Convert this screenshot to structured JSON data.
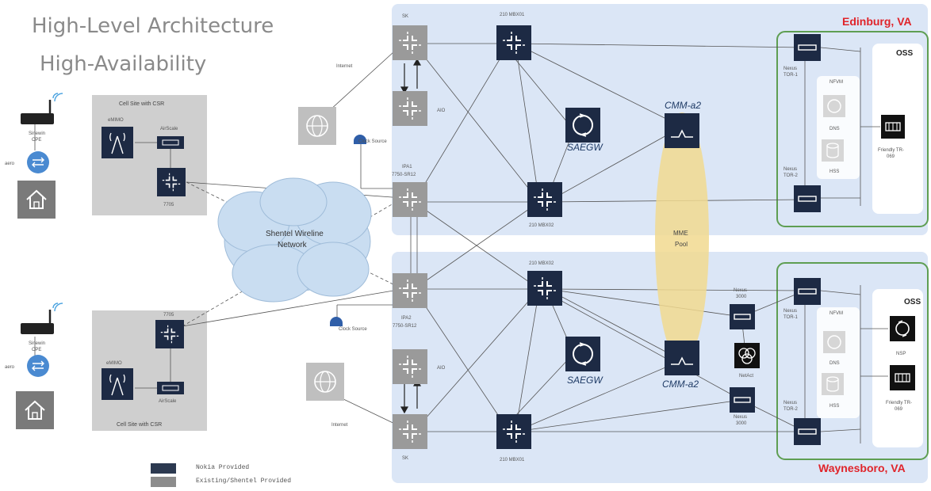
{
  "titles": {
    "main": "High-Level Architecture",
    "sub": "High-Availability"
  },
  "sites": {
    "top": "Edinburg, VA",
    "bottom": "Waynesboro, VA"
  },
  "labels": {
    "sk_top": "SK",
    "sk_bottom": "SK",
    "mbx1_top": "210 MBX01",
    "mbx2_top": "210 MBX02",
    "mbx2_mid": "210 MBX02",
    "mbx1_bottom": "210 MBX01",
    "aio_top": "AIO",
    "aio_bottom": "AIO",
    "ipa1": "IPA1",
    "ipa1_model": "7750-SR12",
    "ipa2": "IPA2",
    "ipa2_model": "7750-SR12",
    "internet_top": "Internet",
    "internet_bottom": "Internet",
    "clock_top": "Clock Source",
    "clock_bottom": "Clock Source",
    "saegw_top": "SAEGW",
    "saegw_bottom": "SAEGW",
    "cmm_top": "CMM-a2",
    "cmm_bottom": "CMM-a2",
    "mme_pool": "MME",
    "mme_pool2": "Pool",
    "cloud_line1": "Shentel Wireline",
    "cloud_line2": "Network",
    "cellsite_top": "Cell Site with CSR",
    "cellsite_bottom": "Cell Site with CSR",
    "emimo": "eMIMO",
    "airscale": "AirScale",
    "router_7705": "7705",
    "sinewin": "Sinewin",
    "cpe": "CPE",
    "aero": "aero",
    "nexus_t1": "Nexus",
    "nexus_t1b": "TOR-1",
    "nexus_t2": "Nexus",
    "nexus_t2b": "TOR-2",
    "nexus_3000": "Nexus",
    "nexus_3000b": "3000",
    "nfvm": "NFVM",
    "dns": "DNS",
    "hss": "HSS",
    "oss": "OSS",
    "friendly": "Friendly TR-",
    "friendly2": "069",
    "nsp": "NSP",
    "netact": "NetAct"
  },
  "legend": {
    "nokia": "Nokia Provided",
    "existing": "Existing/Shentel Provided"
  },
  "colors": {
    "nokia": "#1d2a44",
    "existing": "#8c8c8c",
    "site_bg": "#dbe6f6",
    "site_border": "#5e9e52",
    "mme_pool": "#f1d98f",
    "cloud": "#c9ddf1",
    "site_label": "#e0242a"
  }
}
